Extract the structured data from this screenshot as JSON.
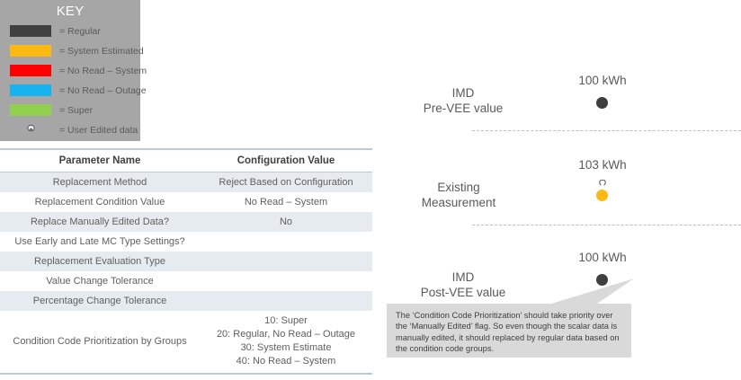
{
  "key": {
    "title": "KEY",
    "items": [
      {
        "label": "= Regular",
        "color": "#404040",
        "icon": "color-swatch"
      },
      {
        "label": "= System Estimated",
        "color": "#fcb913",
        "icon": "color-swatch"
      },
      {
        "label": "= No Read – System",
        "color": "#fe0000",
        "icon": "color-swatch"
      },
      {
        "label": "= No Read – Outage",
        "color": "#17b3ee",
        "icon": "color-swatch"
      },
      {
        "label": "= Super",
        "color": "#92d050",
        "icon": "color-swatch"
      },
      {
        "label": "= User Edited data",
        "color": "#ffffff",
        "icon": "gear-icon"
      }
    ]
  },
  "table": {
    "headers": [
      "Parameter Name",
      "Configuration Value"
    ],
    "rows": [
      {
        "name": "Replacement Method",
        "value": "Reject Based on Configuration"
      },
      {
        "name": "Replacement Condition Value",
        "value": "No Read – System"
      },
      {
        "name": "Replace Manually Edited Data?",
        "value": "No"
      },
      {
        "name": "Use Early and Late MC Type Settings?",
        "value": ""
      },
      {
        "name": "Replacement Evaluation Type",
        "value": ""
      },
      {
        "name": "Value Change Tolerance",
        "value": ""
      },
      {
        "name": "Percentage Change Tolerance",
        "value": ""
      },
      {
        "name": "Condition Code Prioritization by Groups",
        "value": "10: Super\n20: Regular, No Read – Outage\n30: System Estimate\n40: No Read – System"
      }
    ]
  },
  "diagram": {
    "stages": [
      {
        "label": "IMD\nPre-VEE value",
        "value": "100 kWh",
        "marker_color": "#3f3f3f",
        "marker_type": "dot",
        "edited": false
      },
      {
        "label": "Existing\nMeasurement",
        "value": "103 kWh",
        "marker_color": "#fcb913",
        "marker_type": "dot",
        "edited": true
      },
      {
        "label": "IMD\nPost-VEE value",
        "value": "100 kWh",
        "marker_color": "#3f3f3f",
        "marker_type": "dot",
        "edited": false
      }
    ],
    "callout": "The ‘Condition Code Prioritization’ should take priority over the ‘Manually Edited’ flag.  So even though the scalar data is manually edited, it should replaced by regular data based on the condition code groups."
  },
  "colors": {
    "key_background": "#a6a6a6",
    "table_rule": "#b9ccd6",
    "table_stripe": "#e5ebee",
    "callout_background": "#d9d9d9",
    "divider": "#bfbfbf"
  }
}
